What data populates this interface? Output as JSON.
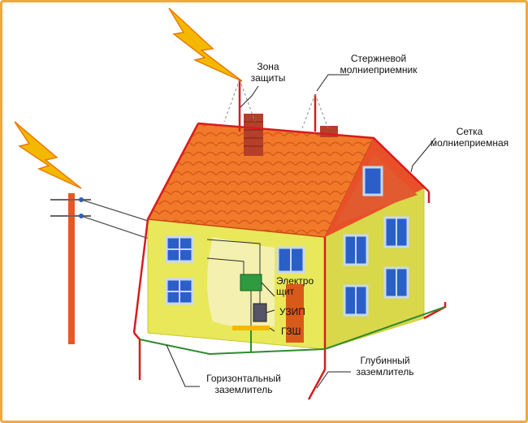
{
  "labels": {
    "protection_zone_1": "Зона",
    "protection_zone_2": "защиты",
    "rod_1": "Стержневой",
    "rod_2": "молниеприемник",
    "mesh_1": "Сетка",
    "mesh_2": "молниеприемная",
    "panel_1": "Электро",
    "panel_2": "щит",
    "spd": "УЗИП",
    "main_bus": "ГЗШ",
    "horizontal_1": "Горизонтальный",
    "horizontal_2": "заземлитель",
    "deep_1": "Глубинный",
    "deep_2": "заземлитель"
  },
  "colors": {
    "frame": "#f2a93b",
    "roof": "#f07a2a",
    "roof_tile": "#d85a1a",
    "wall": "#e8e85a",
    "wall_shadow": "#d8d84a",
    "conductor_red": "#d81c1c",
    "ground_green": "#2f8a2f",
    "window": "#2a5fc8",
    "window_frame": "#c8d8f0",
    "lightning": "#f5b800",
    "chimney": "#b5402a"
  },
  "icons": [
    "lightning-bolt-icon",
    "lightning-bolt-icon"
  ]
}
